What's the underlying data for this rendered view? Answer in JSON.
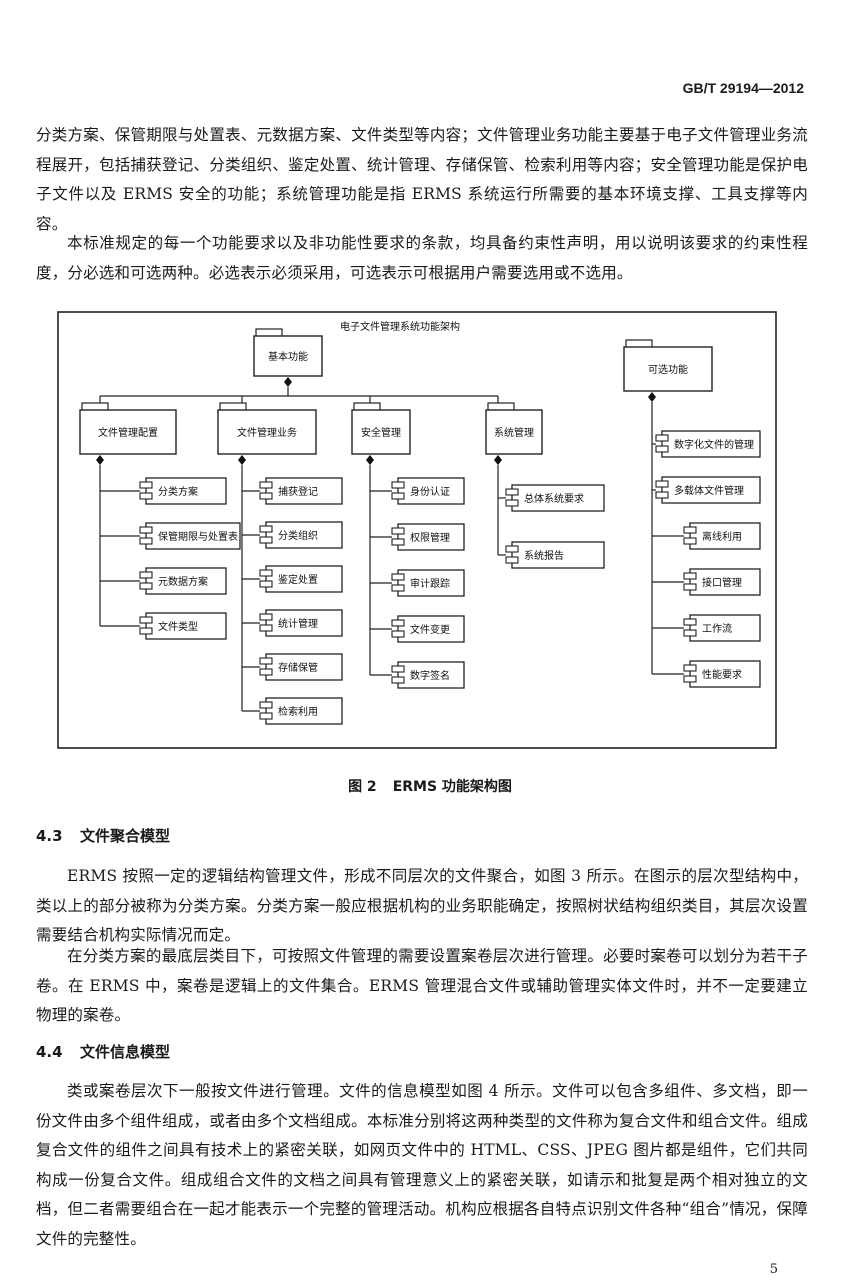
{
  "header": {
    "standard_code": "GB/T 29194—2012"
  },
  "intro": {
    "para1": "分类方案、保管期限与处置表、元数据方案、文件类型等内容；文件管理业务功能主要基于电子文件管理业务流程展开，包括捕获登记、分类组织、鉴定处置、统计管理、存储保管、检索利用等内容；安全管理功能是保护电子文件以及 ERMS 安全的功能；系统管理功能是指 ERMS 系统运行所需要的基本环境支撑、工具支撑等内容。",
    "para2": "本标准规定的每一个功能要求以及非功能性要求的条款，均具备约束性声明，用以说明该要求的约束性程度，分必选和可选两种。必选表示必须采用，可选表示可根据用户需要选用或不选用。"
  },
  "diagram": {
    "title": "电子文件管理系统功能架构",
    "root": "基本功能",
    "optional": "可选功能",
    "groups": [
      {
        "label": "文件管理配置",
        "items": [
          "分类方案",
          "保管期限与处置表",
          "元数据方案",
          "文件类型"
        ]
      },
      {
        "label": "文件管理业务",
        "items": [
          "捕获登记",
          "分类组织",
          "鉴定处置",
          "统计管理",
          "存储保管",
          "检索利用"
        ]
      },
      {
        "label": "安全管理",
        "items": [
          "身份认证",
          "权限管理",
          "审计跟踪",
          "文件变更",
          "数字签名"
        ]
      },
      {
        "label": "系统管理",
        "items": [
          "总体系统要求",
          "系统报告"
        ]
      }
    ],
    "optional_items": [
      "数字化文件的管理",
      "多载体文件管理",
      "离线利用",
      "接口管理",
      "工作流",
      "性能要求"
    ]
  },
  "figure": {
    "number": "图 2",
    "caption": "ERMS 功能架构图"
  },
  "section_4_3": {
    "number": "4.3",
    "title": "文件聚合模型",
    "para1": "ERMS 按照一定的逻辑结构管理文件，形成不同层次的文件聚合，如图 3 所示。在图示的层次型结构中，类以上的部分被称为分类方案。分类方案一般应根据机构的业务职能确定，按照树状结构组织类目，其层次设置需要结合机构实际情况而定。",
    "para2": "在分类方案的最底层类目下，可按照文件管理的需要设置案卷层次进行管理。必要时案卷可以划分为若干子卷。在 ERMS 中，案卷是逻辑上的文件集合。ERMS 管理混合文件或辅助管理实体文件时，并不一定要建立物理的案卷。"
  },
  "section_4_4": {
    "number": "4.4",
    "title": "文件信息模型",
    "para1": "类或案卷层次下一般按文件进行管理。文件的信息模型如图 4 所示。文件可以包含多组件、多文档，即一份文件由多个组件组成，或者由多个文档组成。本标准分别将这两种类型的文件称为复合文件和组合文件。组成复合文件的组件之间具有技术上的紧密关联，如网页文件中的 HTML、CSS、JPEG 图片都是组件，它们共同构成一份复合文件。组成组合文件的文档之间具有管理意义上的紧密关联，如请示和批复是两个相对独立的文档，但二者需要组合在一起才能表示一个完整的管理活动。机构应根据各自特点识别文件各种“组合”情况，保障文件的完整性。"
  },
  "footer": {
    "page_number": "5"
  }
}
